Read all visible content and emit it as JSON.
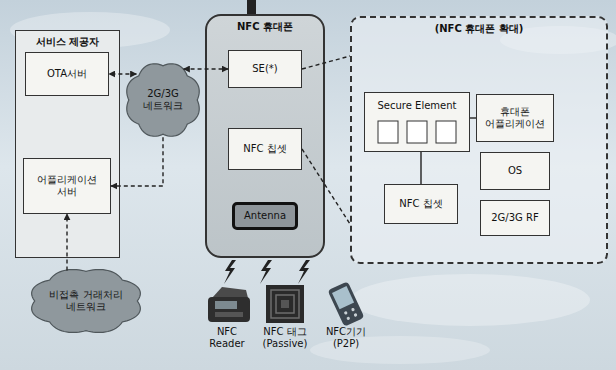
{
  "diagram": {
    "nodes": [
      {
        "text": [
          "서비스 제공자"
        ]
      },
      {
        "text": [
          "OTA서버"
        ],
        "in": 0
      },
      {
        "text": [
          "어플리케이션 서버"
        ],
        "in": 0
      },
      {
        "text": [
          "2G/3G 네트워크"
        ]
      },
      {
        "text": [
          "NFC 휴대폰"
        ]
      },
      {
        "text": [
          "SE(*)"
        ],
        "in": 4
      },
      {
        "text": [
          "NFC 칩셋"
        ],
        "in": 4
      },
      {
        "text": [
          "Antenna"
        ],
        "in": 4
      },
      {
        "text": [
          "(NFC 휴대폰 확대)"
        ]
      },
      {
        "text": [
          "Secure Element"
        ],
        "in": 8
      },
      {
        "text": [
          "휴대폰 어플리케이션"
        ],
        "in": 8
      },
      {
        "text": [
          "OS"
        ],
        "in": 8
      },
      {
        "text": [
          "2G/3G RF"
        ],
        "in": 8
      },
      {
        "text": [
          "NFC 칩셋"
        ],
        "in": 8
      },
      {
        "text": [
          "비접촉 거래처리 네트워크"
        ]
      }
    ],
    "edges": [
      {
        "from": 3,
        "to": 1,
        "arrow": "both"
      },
      {
        "from": 3,
        "to": 5,
        "arrow": "both"
      },
      {
        "from": 3,
        "to": 2,
        "arrow": "to"
      },
      {
        "from": 14,
        "to": 2,
        "arrow": "to"
      },
      {
        "from": 5,
        "to": 8,
        "arrow": "none"
      },
      {
        "from": 6,
        "to": 8,
        "arrow": "none"
      },
      {
        "from": 9,
        "to": 13,
        "arrow": "none"
      },
      {
        "from": 9,
        "to": 10,
        "arrow": "none"
      }
    ],
    "labels": [
      "NFC Reader",
      "NFC 태그 (Passive)",
      "NFC기기 (P2P)"
    ]
  }
}
